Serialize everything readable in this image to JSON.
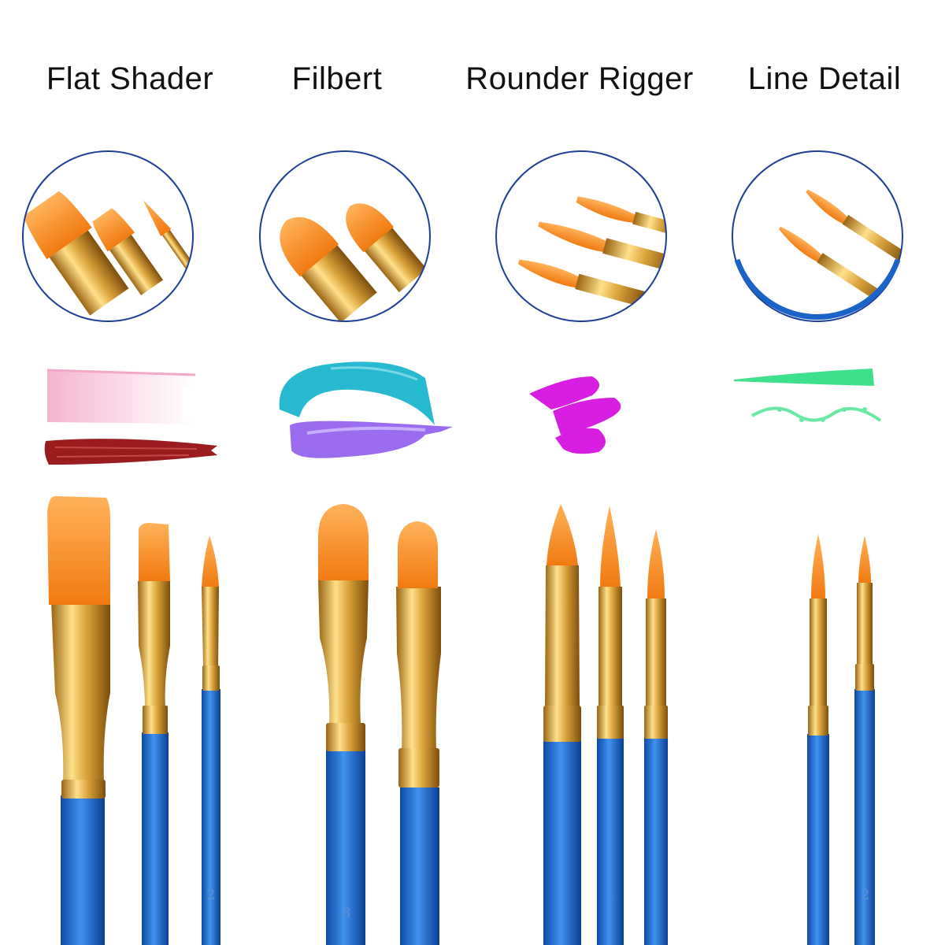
{
  "titles": [
    "Flat Shader",
    "Filbert",
    "Rounder Rigger",
    "Line Detail"
  ],
  "handle_numbers": [
    "2",
    "8",
    "2"
  ],
  "colors": {
    "handle": "#1f6fd0",
    "ferrule": "#d9a23a",
    "bristle": "#f28a1e",
    "circle_stroke": "#1d3f9a",
    "paint_pink": "#f7c7dc",
    "paint_maroon": "#9b1c1f",
    "paint_teal": "#27b9cf",
    "paint_purple": "#9b6cf0",
    "paint_magenta": "#d81ee0",
    "paint_green": "#3fe08c"
  }
}
